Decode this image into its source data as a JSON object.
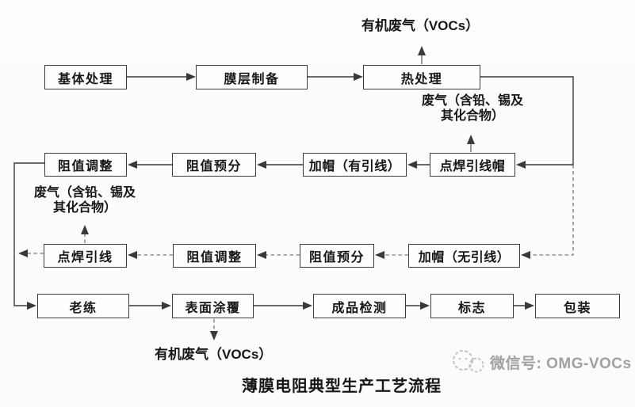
{
  "diagram": {
    "title": "薄膜电阻典型生产工艺流程",
    "nodes": {
      "substrate_treatment": "基体处理",
      "film_preparation": "膜层制备",
      "heat_treatment": "热处理",
      "spot_weld_lead_cap": "点焊引线帽",
      "capping_with_leads": "加帽（有引线）",
      "resistance_presort_upper": "阻值预分",
      "resistance_adjust_upper": "阻值调整",
      "capping_without_leads": "加帽（无引线）",
      "resistance_presort_lower": "阻值预分",
      "resistance_adjust_lower": "阻值调整",
      "spot_weld_leads": "点焊引线",
      "aging": "老练",
      "surface_coating": "表面涂覆",
      "product_inspection": "成品检测",
      "marking": "标志",
      "packaging": "包装"
    },
    "emissions": {
      "vocs_top": "有机废气（VOCs）",
      "lead_tin_right_line1": "废气（含铅、锡及",
      "lead_tin_right_line2": "其化合物）",
      "lead_tin_left_line1": "废气（含铅、锡及",
      "lead_tin_left_line2": "其化合物）",
      "vocs_bottom": "有机废气（VOCs）"
    },
    "watermark": {
      "icon": "wechat-icon",
      "text": "微信号: OMG-VOCs"
    },
    "colors": {
      "solid_line": "#3a3a3a",
      "dashed_line": "#5f5f5f",
      "text": "#161616",
      "watermark_gray": "#a0a0a0",
      "background": "#fcfcfa"
    }
  }
}
